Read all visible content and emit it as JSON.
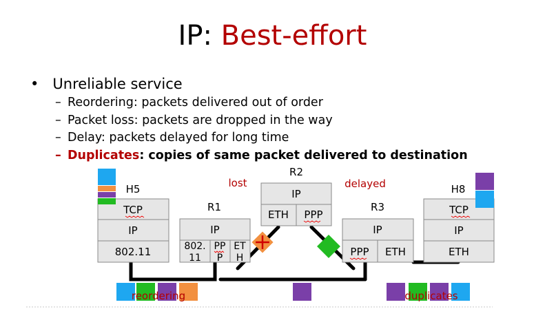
{
  "title": {
    "prefix": "IP: ",
    "accent": "Best-effort"
  },
  "bullets": {
    "main": "Unreliable service",
    "sub": [
      "Reordering: packets delivered out of order",
      "Packet loss: packets are dropped in the way",
      "Delay: packets delayed for long time"
    ],
    "dup_term": "Duplicates",
    "dup_rest": ": copies of same packet delivered to destination"
  },
  "nodes": {
    "h5": {
      "name": "H5",
      "layers": [
        "TCP",
        "IP",
        "802.11"
      ]
    },
    "r1": {
      "name": "R1",
      "top": "IP",
      "ifaces": [
        [
          "802.",
          "11"
        ],
        [
          "PP",
          "P"
        ],
        [
          "ET",
          "H"
        ]
      ]
    },
    "r2": {
      "name": "R2",
      "top": "IP",
      "ifaces": [
        "ETH",
        "PPP"
      ]
    },
    "r3": {
      "name": "R3",
      "top": "IP",
      "ifaces": [
        "PPP",
        "ETH"
      ]
    },
    "h8": {
      "name": "H8",
      "layers": [
        "TCP",
        "IP",
        "ETH"
      ]
    }
  },
  "labels": {
    "lost": "lost",
    "delayed": "delayed",
    "reordering": "reordering",
    "duplicates": "duplicates"
  },
  "colors": {
    "accent": "#b30000",
    "box_fill": "#e6e6e6",
    "blue": "#1ea7f0",
    "green": "#22bb22",
    "purple": "#7a3fa8",
    "orange": "#f29040"
  }
}
